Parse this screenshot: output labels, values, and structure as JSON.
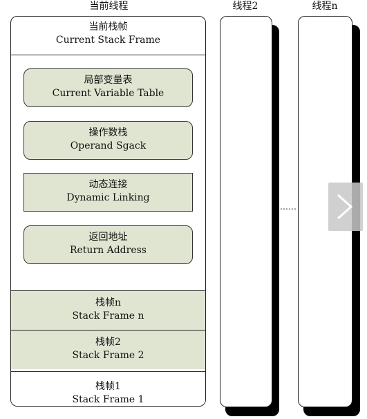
{
  "titles": {
    "current_thread": "当前线程",
    "thread2": "线程2",
    "threadn": "线程n"
  },
  "current_frame": {
    "zh": "当前栈帧",
    "en": "Current Stack Frame"
  },
  "frame_parts": [
    {
      "zh": "局部变量表",
      "en": "Current Variable Table"
    },
    {
      "zh": "操作数栈",
      "en": "Operand Sgack"
    },
    {
      "zh": "动态连接",
      "en": "Dynamic Linking"
    },
    {
      "zh": "返回地址",
      "en": "Return Address"
    }
  ],
  "ellipsis": "………",
  "frames": [
    {
      "zh": "栈帧n",
      "en": "Stack Frame n"
    },
    {
      "zh": "栈帧2",
      "en": "Stack Frame 2"
    },
    {
      "zh": "栈帧1",
      "en": "Stack Frame 1"
    }
  ],
  "between_threads": "……",
  "colors": {
    "fill": "#dfe5d0",
    "stroke": "#222222",
    "shadow": "#000000"
  }
}
